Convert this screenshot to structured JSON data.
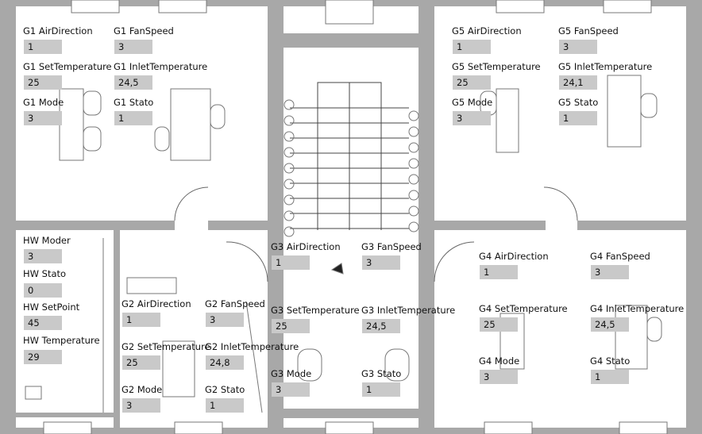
{
  "colors": {
    "wall": "#a8a8a8",
    "value_box": "#c9c9c9",
    "line": "#555555"
  },
  "g1": {
    "air_direction_label": "G1 AirDirection",
    "air_direction": "1",
    "fan_speed_label": "G1 FanSpeed",
    "fan_speed": "3",
    "set_temp_label": "G1 SetTemperature",
    "set_temp": "25",
    "inlet_temp_label": "G1 InletTemperature",
    "inlet_temp": "24,5",
    "mode_label": "G1 Mode",
    "mode": "3",
    "stato_label": "G1 Stato",
    "stato": "1"
  },
  "g2": {
    "air_direction_label": "G2 AirDirection",
    "air_direction": "1",
    "fan_speed_label": "G2 FanSpeed",
    "fan_speed": "3",
    "set_temp_label": "G2 SetTemperature",
    "set_temp": "25",
    "inlet_temp_label": "G2 InletTemperature",
    "inlet_temp": "24,8",
    "mode_label": "G2 Mode",
    "mode": "3",
    "stato_label": "G2 Stato",
    "stato": "1"
  },
  "g3": {
    "air_direction_label": "G3 AirDirection",
    "air_direction": "1",
    "fan_speed_label": "G3 FanSpeed",
    "fan_speed": "3",
    "set_temp_label": "G3 SetTemperature",
    "set_temp": "25",
    "inlet_temp_label": "G3 InletTemperature",
    "inlet_temp": "24,5",
    "mode_label": "G3 Mode",
    "mode": "3",
    "stato_label": "G3 Stato",
    "stato": "1"
  },
  "g4": {
    "air_direction_label": "G4 AirDirection",
    "air_direction": "1",
    "fan_speed_label": "G4 FanSpeed",
    "fan_speed": "3",
    "set_temp_label": "G4 SetTemperature",
    "set_temp": "25",
    "inlet_temp_label": "G4 InletTemperature",
    "inlet_temp": "24,5",
    "mode_label": "G4 Mode",
    "mode": "3",
    "stato_label": "G4 Stato",
    "stato": "1"
  },
  "g5": {
    "air_direction_label": "G5 AirDirection",
    "air_direction": "1",
    "fan_speed_label": "G5 FanSpeed",
    "fan_speed": "3",
    "set_temp_label": "G5 SetTemperature",
    "set_temp": "25",
    "inlet_temp_label": "G5 InletTemperature",
    "inlet_temp": "24,1",
    "mode_label": "G5 Mode",
    "mode": "3",
    "stato_label": "G5 Stato",
    "stato": "1"
  },
  "hw": {
    "moder_label": "HW Moder",
    "moder": "3",
    "stato_label": "HW Stato",
    "stato": "0",
    "setpoint_label": "HW SetPoint",
    "setpoint": "45",
    "temperature_label": "HW Temperature",
    "temperature": "29"
  }
}
